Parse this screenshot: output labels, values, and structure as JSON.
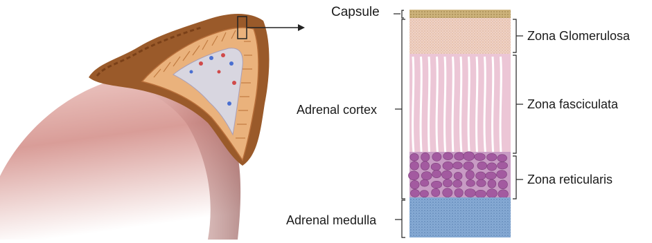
{
  "labels": {
    "capsule": "Capsule",
    "adrenal_cortex": "Adrenal cortex",
    "adrenal_medulla": "Adrenal medulla",
    "zona_glomerulosa": "Zona Glomerulosa",
    "zona_fasciculata": "Zona fasciculata",
    "zona_reticularis": "Zona reticularis"
  },
  "colors": {
    "kidney": "#d9a19c",
    "gland_outer": "#9a5a2a",
    "gland_inner": "#e9b27c",
    "capsule_layer": "#c9b06a",
    "glomerulosa": "#f1d3c2",
    "fasciculata": "#e7bfd2",
    "reticularis": "#a35aa0",
    "medulla": "#7ea4d0",
    "leader_line": "#222222"
  }
}
